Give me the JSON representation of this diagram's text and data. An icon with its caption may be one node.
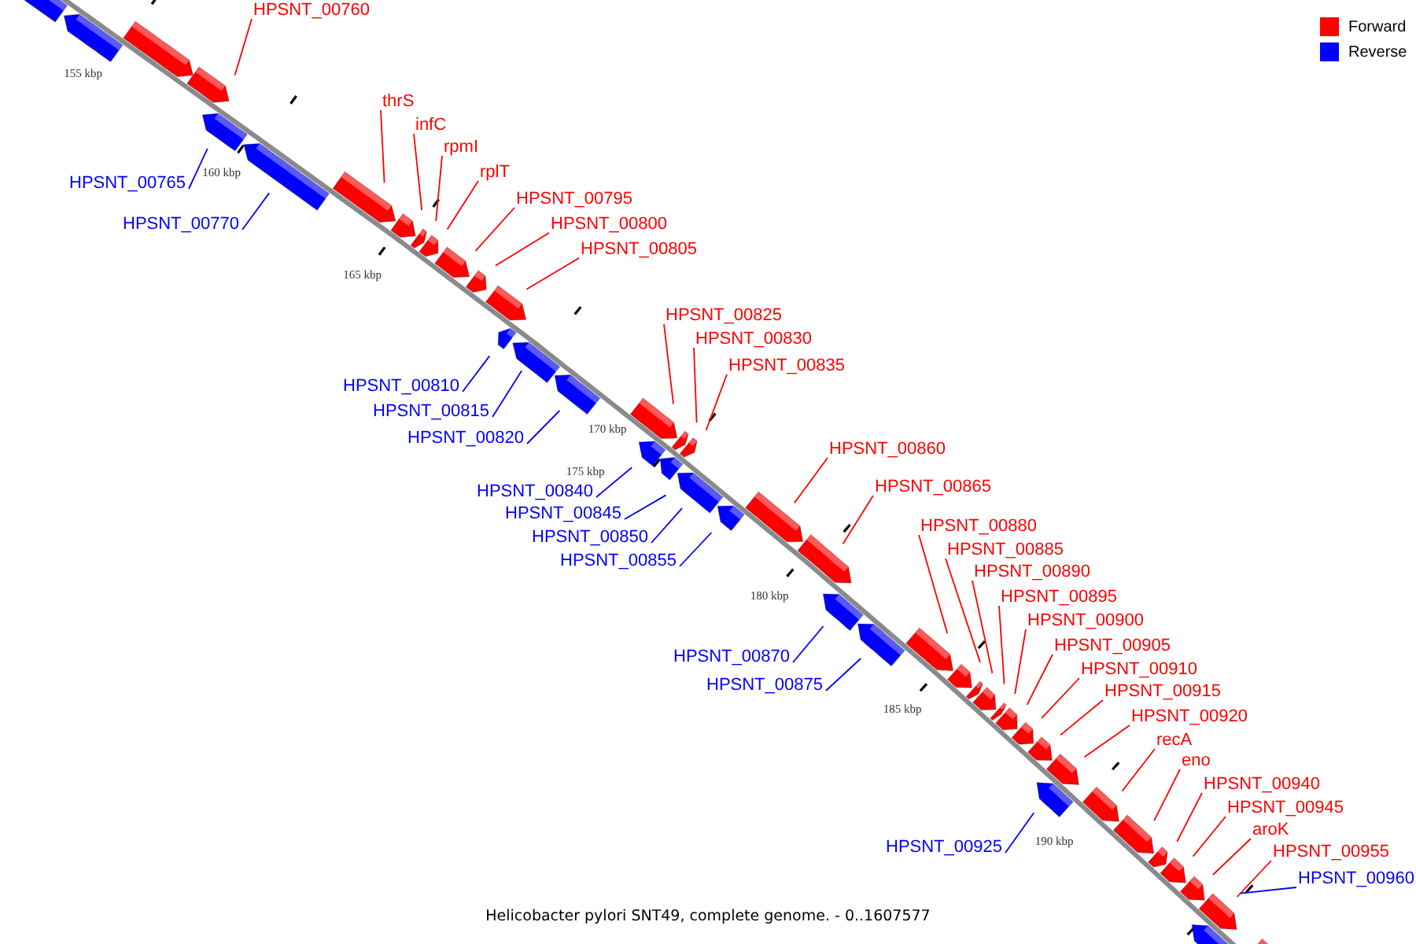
{
  "diagram": {
    "caption": "Helicobacter pylori SNT49, complete genome. - 0..1607577",
    "nodes": [
      {
        "text": [
          "HPSNT_00760"
        ]
      },
      {
        "text": [
          "thrS"
        ]
      },
      {
        "text": [
          "infC"
        ]
      },
      {
        "text": [
          "rpmI"
        ]
      },
      {
        "text": [
          "rplT"
        ]
      },
      {
        "text": [
          "HPSNT_00765"
        ]
      },
      {
        "text": [
          "HPSNT_00795"
        ]
      },
      {
        "text": [
          "HPSNT_00800"
        ]
      },
      {
        "text": [
          "HPSNT_00770"
        ]
      },
      {
        "text": [
          "HPSNT_00805"
        ]
      },
      {
        "text": [
          "HPSNT_00825"
        ]
      },
      {
        "text": [
          "HPSNT_00830"
        ]
      },
      {
        "text": [
          "HPSNT_00835"
        ]
      },
      {
        "text": [
          "HPSNT_00810"
        ]
      },
      {
        "text": [
          "HPSNT_00815"
        ]
      },
      {
        "text": [
          "HPSNT_00820"
        ]
      },
      {
        "text": [
          "HPSNT_00860"
        ]
      },
      {
        "text": [
          "HPSNT_00865"
        ]
      },
      {
        "text": [
          "HPSNT_00840"
        ]
      },
      {
        "text": [
          "HPSNT_00845"
        ]
      },
      {
        "text": [
          "HPSNT_00880"
        ]
      },
      {
        "text": [
          "HPSNT_00850"
        ]
      },
      {
        "text": [
          "HPSNT_00885"
        ]
      },
      {
        "text": [
          "HPSNT_00855"
        ]
      },
      {
        "text": [
          "HPSNT_00890"
        ]
      },
      {
        "text": [
          "HPSNT_00895"
        ]
      },
      {
        "text": [
          "HPSNT_00900"
        ]
      },
      {
        "text": [
          "HPSNT_00905"
        ]
      },
      {
        "text": [
          "HPSNT_00870"
        ]
      },
      {
        "text": [
          "HPSNT_00910"
        ]
      },
      {
        "text": [
          "HPSNT_00875"
        ]
      },
      {
        "text": [
          "HPSNT_00915"
        ]
      },
      {
        "text": [
          "HPSNT_00920"
        ]
      },
      {
        "text": [
          "recA"
        ]
      },
      {
        "text": [
          "eno"
        ]
      },
      {
        "text": [
          "HPSNT_00940"
        ]
      },
      {
        "text": [
          "HPSNT_00945"
        ]
      },
      {
        "text": [
          "aroK"
        ]
      },
      {
        "text": [
          "HPSNT_00925"
        ]
      },
      {
        "text": [
          "HPSNT_00955"
        ]
      },
      {
        "text": [
          "HPSNT_00960"
        ]
      }
    ],
    "edges": [
      {
        "from": 0,
        "to": null,
        "arrow": "none"
      },
      {
        "from": 1,
        "to": null,
        "arrow": "none"
      },
      {
        "from": 2,
        "to": null,
        "arrow": "none"
      },
      {
        "from": 3,
        "to": null,
        "arrow": "none"
      },
      {
        "from": 4,
        "to": null,
        "arrow": "none"
      },
      {
        "from": 5,
        "to": null,
        "arrow": "none",
        "color": "#0000ff"
      },
      {
        "from": 6,
        "to": null,
        "arrow": "none"
      },
      {
        "from": 7,
        "to": null,
        "arrow": "none"
      },
      {
        "from": 8,
        "to": null,
        "arrow": "none",
        "color": "#0000ff"
      },
      {
        "from": 9,
        "to": null,
        "arrow": "none"
      },
      {
        "from": 10,
        "to": null,
        "arrow": "none"
      },
      {
        "from": 11,
        "to": null,
        "arrow": "none"
      },
      {
        "from": 12,
        "to": null,
        "arrow": "none"
      },
      {
        "from": 13,
        "to": null,
        "arrow": "none",
        "color": "#0000ff"
      },
      {
        "from": 14,
        "to": null,
        "arrow": "none",
        "color": "#0000ff"
      },
      {
        "from": 15,
        "to": null,
        "arrow": "none",
        "color": "#0000ff"
      },
      {
        "from": 16,
        "to": null,
        "arrow": "none"
      },
      {
        "from": 17,
        "to": null,
        "arrow": "none"
      },
      {
        "from": 18,
        "to": null,
        "arrow": "none",
        "color": "#0000ff"
      },
      {
        "from": 19,
        "to": null,
        "arrow": "none",
        "color": "#0000ff"
      },
      {
        "from": 20,
        "to": null,
        "arrow": "none"
      },
      {
        "from": 21,
        "to": null,
        "arrow": "none",
        "color": "#0000ff"
      },
      {
        "from": 22,
        "to": null,
        "arrow": "none"
      },
      {
        "from": 23,
        "to": null,
        "arrow": "none",
        "color": "#0000ff"
      },
      {
        "from": 24,
        "to": null,
        "arrow": "none"
      },
      {
        "from": 25,
        "to": null,
        "arrow": "none"
      },
      {
        "from": 26,
        "to": null,
        "arrow": "none"
      },
      {
        "from": 27,
        "to": null,
        "arrow": "none"
      },
      {
        "from": 28,
        "to": null,
        "arrow": "none",
        "color": "#0000ff"
      },
      {
        "from": 29,
        "to": null,
        "arrow": "none"
      },
      {
        "from": 30,
        "to": null,
        "arrow": "none",
        "color": "#0000ff"
      },
      {
        "from": 31,
        "to": null,
        "arrow": "none"
      },
      {
        "from": 32,
        "to": null,
        "arrow": "none"
      },
      {
        "from": 33,
        "to": null,
        "arrow": "none"
      },
      {
        "from": 34,
        "to": null,
        "arrow": "none"
      },
      {
        "from": 35,
        "to": null,
        "arrow": "none"
      },
      {
        "from": 36,
        "to": null,
        "arrow": "none"
      },
      {
        "from": 37,
        "to": null,
        "arrow": "none"
      },
      {
        "from": 38,
        "to": null,
        "arrow": "none",
        "color": "#0000ff"
      },
      {
        "from": 39,
        "to": null,
        "arrow": "none"
      },
      {
        "from": 40,
        "to": null,
        "arrow": "none",
        "color": "#0000ff"
      }
    ],
    "labels": [
      "155 kbp",
      "160 kbp",
      "165 kbp",
      "170 kbp",
      "175 kbp",
      "180 kbp",
      "185 kbp",
      "190 kbp"
    ],
    "legend": [
      {
        "text": "Forward",
        "color": "#ff0000"
      },
      {
        "text": "Reverse",
        "color": "#0000ff"
      }
    ]
  }
}
